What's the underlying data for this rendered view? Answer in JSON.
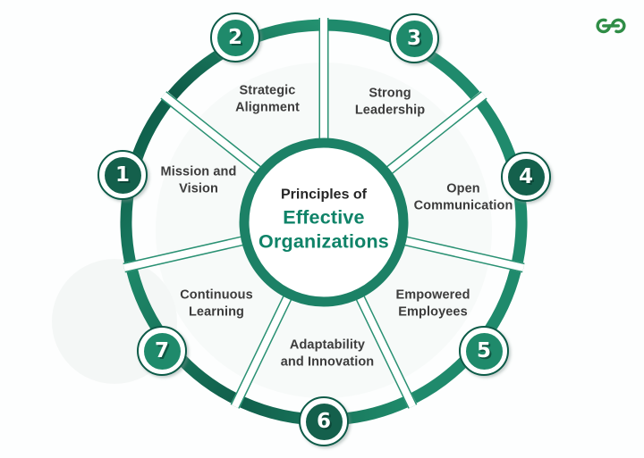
{
  "header": {
    "logo_name": "geeksforgeeks-logo",
    "logo_color": "#2f8d46"
  },
  "center": {
    "intro": "Principles of",
    "title_line1": "Effective",
    "title_line2": "Organizations",
    "intro_color": "#262626",
    "title_color": "#0f8368"
  },
  "wheel": {
    "ring_teal": "#1f8a6c",
    "ring_dark": "#0e5a47",
    "center_ring_color": "#1c8166",
    "label_color": "#3c3c3c",
    "segments": [
      {
        "number": "1",
        "label": "Mission and Vision",
        "label_line1": "Mission and",
        "label_line2": "Vision",
        "badge_color": "#14604c"
      },
      {
        "number": "2",
        "label": "Strategic Alignment",
        "label_line1": "Strategic",
        "label_line2": "Alignment",
        "badge_color": "#1f8a6b"
      },
      {
        "number": "3",
        "label": "Strong Leadership",
        "label_line1": "Strong",
        "label_line2": "Leadership",
        "badge_color": "#1f8a6b"
      },
      {
        "number": "4",
        "label": "Open Communication",
        "label_line1": "Open",
        "label_line2": "Communication",
        "badge_color": "#14604c"
      },
      {
        "number": "5",
        "label": "Empowered Employees",
        "label_line1": "Empowered",
        "label_line2": "Employees",
        "badge_color": "#1f8a6b"
      },
      {
        "number": "6",
        "label": "Adaptability and Innovation",
        "label_line1": "Adaptability",
        "label_line2": "and Innovation",
        "badge_color": "#14604c"
      },
      {
        "number": "7",
        "label": "Continuous Learning",
        "label_line1": "Continuous",
        "label_line2": "Learning",
        "badge_color": "#1f8a6b"
      }
    ]
  }
}
